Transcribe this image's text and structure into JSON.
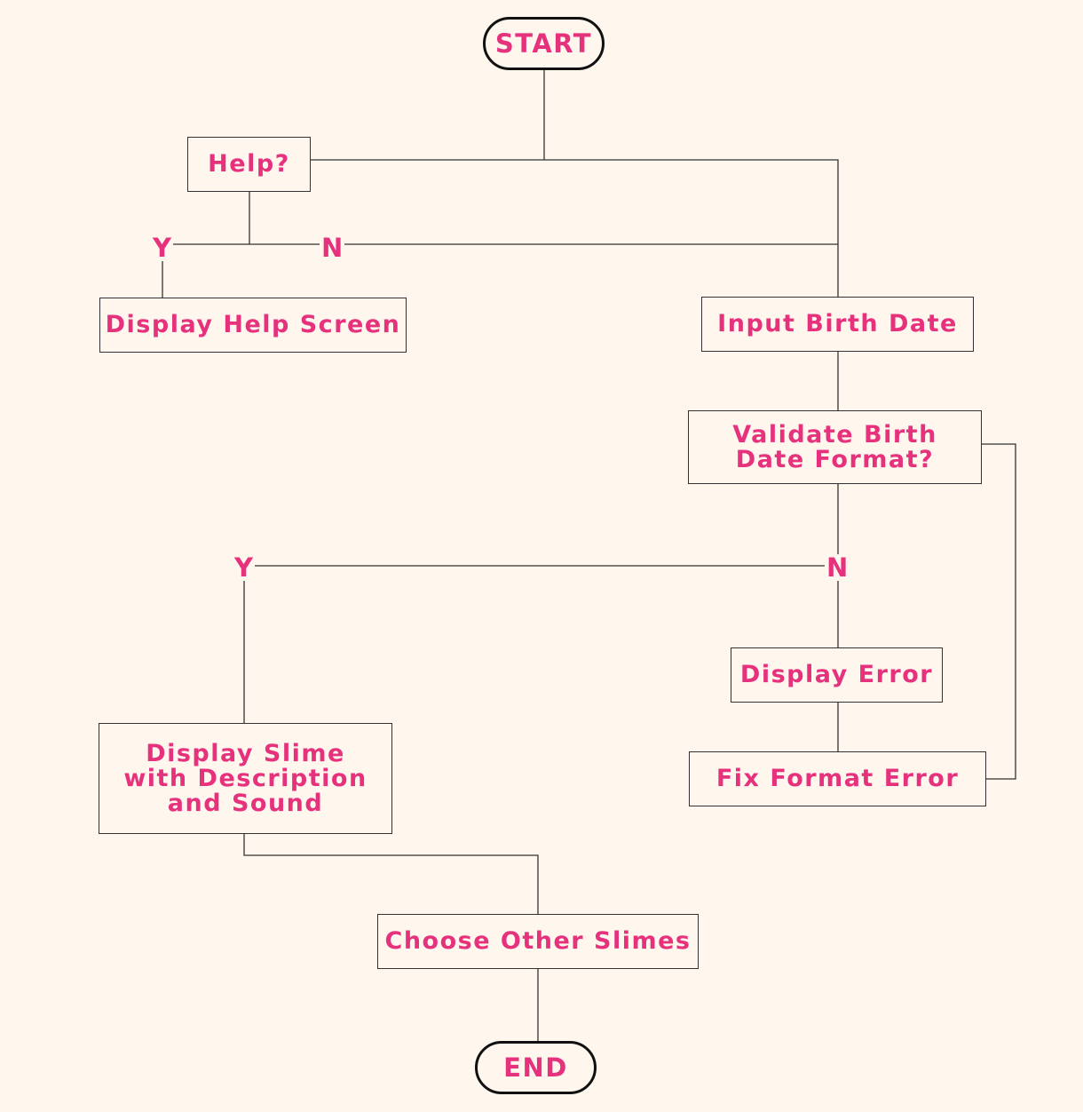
{
  "nodes": {
    "start": "START",
    "help": "Help?",
    "display_help": "Display Help Screen",
    "input_birth": "Input Birth Date",
    "validate": "Validate Birth Date Format?",
    "display_error": "Display Error",
    "fix_format": "Fix Format Error",
    "display_slime": "Display Slime with Description and Sound",
    "choose_other": "Choose Other Slimes",
    "end": "END"
  },
  "labels": {
    "help_yes": "Y",
    "help_no": "N",
    "validate_yes": "Y",
    "validate_no": "N"
  },
  "colors": {
    "text": "#e6327d",
    "background": "#fff6ee",
    "line": "#333333"
  }
}
